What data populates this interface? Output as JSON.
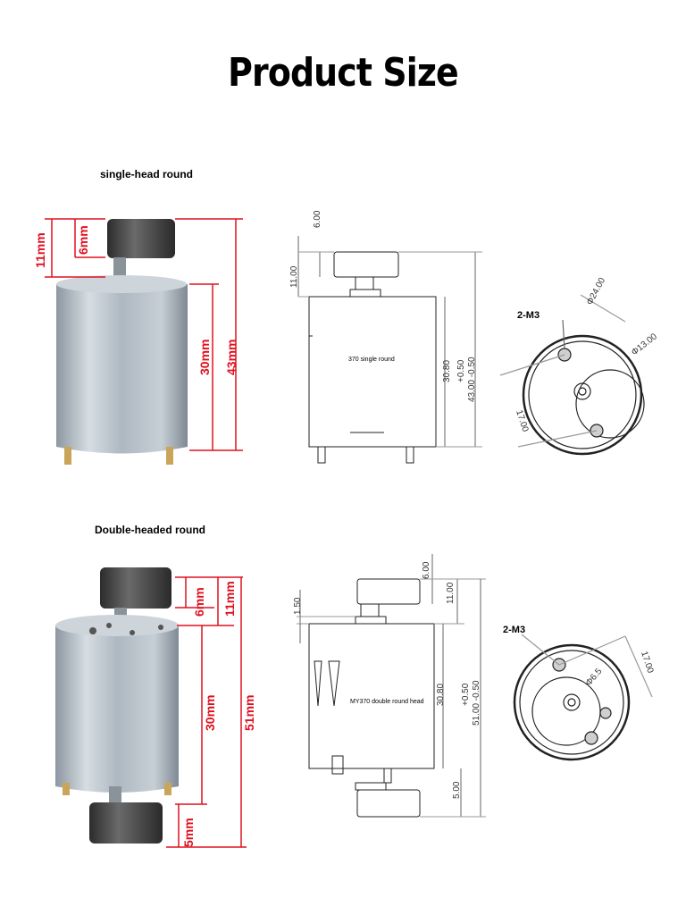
{
  "title": "Product Size",
  "single": {
    "label": "single-head round",
    "photo_dims": {
      "total_head": "11mm",
      "weight": "6mm",
      "body": "30mm",
      "overall": "43mm"
    },
    "drawing_label": "370 single round",
    "side_dims": {
      "top": "6.00",
      "head": "11.00",
      "body": "30.80",
      "tol_body": "+0.50",
      "overall": "43.00 -0.50"
    },
    "end_dims": {
      "holes": "2-M3",
      "outer": "Φ24.00",
      "inner": "Φ13.00",
      "spacing": "17.00"
    }
  },
  "double": {
    "label": "Double-headed round",
    "photo_dims": {
      "weight": "6mm",
      "total_head": "11mm",
      "body": "30mm",
      "overall": "51mm",
      "bottom": "5mm"
    },
    "drawing_label": "MY370 double round head",
    "side_dims": {
      "top": "6.00",
      "head": "11.00",
      "gap": "1.50",
      "body": "30.80",
      "tol_body": "+0.50",
      "overall": "51.00 -0.50",
      "bottom": "5.00"
    },
    "end_dims": {
      "holes": "2-M3",
      "inner": "Φ6.5",
      "spacing": "17.00"
    }
  },
  "colors": {
    "dimension_red": "#e0101f",
    "metal": "#b9c3cc",
    "weight": "#3a3a3a"
  }
}
